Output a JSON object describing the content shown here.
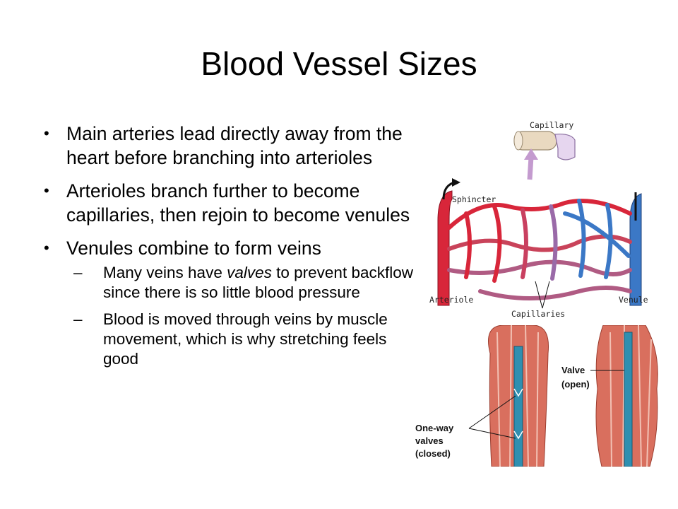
{
  "slide": {
    "title": "Blood Vessel Sizes",
    "bullets": [
      {
        "text": "Main arteries lead directly away from the heart before branching into arterioles"
      },
      {
        "text": "Arterioles branch further to become capillaries, then rejoin to become venules"
      },
      {
        "text": "Venules combine to form veins"
      }
    ],
    "sub_bullets": [
      {
        "before": "Many veins have ",
        "emphasis": "valves",
        "after": " to prevent backflow since there is so little blood pressure"
      },
      {
        "text": "Blood is moved through veins by muscle movement, which is why stretching feels good"
      }
    ],
    "markers": {
      "bullet": "•",
      "dash": "–"
    }
  },
  "capillary_diagram": {
    "labels": {
      "capillary": "Capillary",
      "sphincter": "Sphincter",
      "arteriole": "Arteriole",
      "venule": "Venule",
      "capillaries": "Capillaries"
    },
    "colors": {
      "artery": "#d8263a",
      "vein": "#3b78c6",
      "capillary_tube": "#e9d9c0",
      "arrow": "#c49bcf"
    }
  },
  "valve_diagram": {
    "labels": {
      "valve_open_1": "Valve",
      "valve_open_2": "(open)",
      "closed_1": "One-way",
      "closed_2": "valves",
      "closed_3": "(closed)"
    },
    "colors": {
      "muscle": "#d96f5e",
      "vein": "#2f8fb0"
    }
  }
}
